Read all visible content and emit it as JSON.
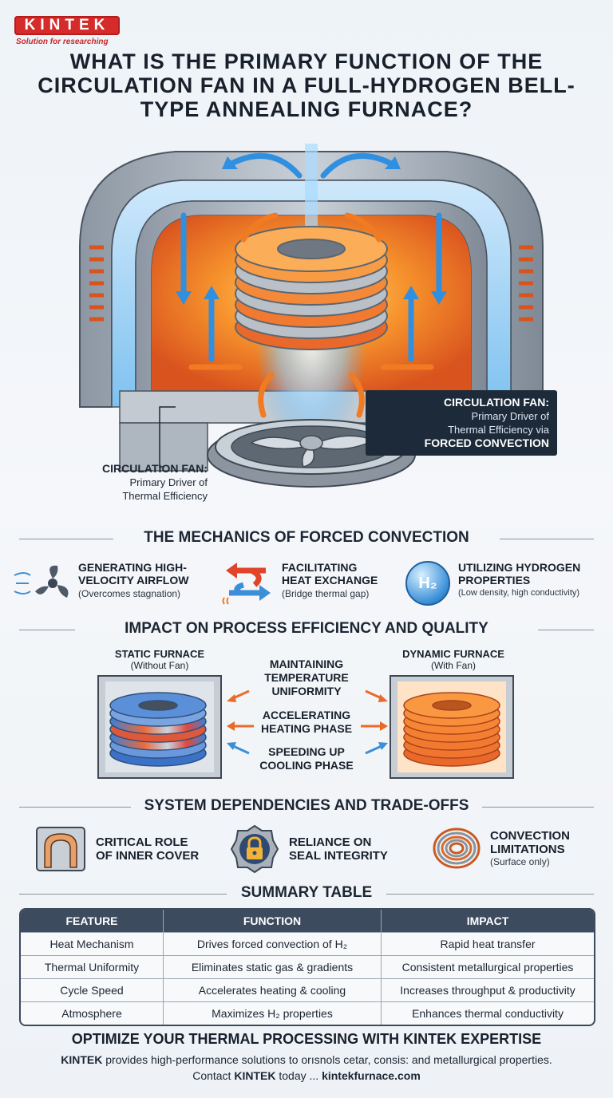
{
  "brand": {
    "logo_text": "KINTEK",
    "tagline": "Solution for researching",
    "accent": "#d62b2b"
  },
  "title": "WHAT IS THE PRIMARY FUNCTION OF THE CIRCULATION FAN IN A FULL-HYDROGEN BELL-TYPE ANNEALING FURNACE?",
  "hero": {
    "callout_right": {
      "line1": "CIRCULATION FAN:",
      "line2": "Primary Driver of",
      "line3": "Thermal Efficiency via",
      "line4": "FORCED CONVECTION"
    },
    "callout_left": {
      "line1": "CIRCULATION FAN:",
      "line2": "Primary Driver of",
      "line3": "Thermal Efficiency"
    }
  },
  "mechanics": {
    "heading": "THE MECHANICS OF FORCED CONVECTION",
    "items": [
      {
        "icon": "fan-icon",
        "title_1": "GENERATING HIGH-",
        "title_2": "VELOCITY AIRFLOW",
        "sub": "(Overcomes stagnation)"
      },
      {
        "icon": "heat-exchange-arrows-icon",
        "title_1": "FACILITATING",
        "title_2": "HEAT EXCHANGE",
        "sub": "(Bridge thermal gap)"
      },
      {
        "icon": "hydrogen-icon",
        "icon_text": "H₂",
        "title_1": "UTILIZING HYDROGEN",
        "title_2": "PROPERTIES",
        "sub": "(Low density, high conductivity)"
      }
    ]
  },
  "impact": {
    "heading": "IMPACT ON PROCESS EFFICIENCY AND QUALITY",
    "static": {
      "title": "STATIC FURNACE",
      "sub": "(Without Fan)"
    },
    "dynamic": {
      "title": "DYNAMIC FURNACE",
      "sub": "(With Fan)"
    },
    "points": [
      {
        "l1": "MAINTAINING",
        "l2": "TEMPERATURE",
        "l3": "UNIFORMITY"
      },
      {
        "l1": "ACCELERATING",
        "l2": "HEATING PHASE"
      },
      {
        "l1": "SPEEDING UP",
        "l2": "COOLING PHASE"
      }
    ]
  },
  "dependencies": {
    "heading": "SYSTEM DEPENDENCIES AND TRADE-OFFS",
    "items": [
      {
        "icon": "inner-cover-icon",
        "l1": "CRITICAL ROLE",
        "l2": "OF INNER COVER"
      },
      {
        "icon": "lock-icon",
        "l1": "RELIANCE ON",
        "l2": "SEAL INTEGRITY"
      },
      {
        "icon": "coil-icon",
        "l1": "CONVECTION",
        "l2": "LIMITATIONS",
        "sub": "(Surface only)"
      }
    ]
  },
  "table": {
    "heading": "SUMMARY TABLE",
    "columns": [
      "FEATURE",
      "FUNCTION",
      "IMPACT"
    ],
    "rows": [
      [
        "Heat Mechanism",
        "Drives forced convection of H₂",
        "Rapid heat transfer"
      ],
      [
        "Thermal Uniformity",
        "Eliminates static gas & gradients",
        "Consistent metallurgical properties"
      ],
      [
        "Cycle Speed",
        "Accelerates heating & cooling",
        "Increases throughput & productivity"
      ],
      [
        "Atmosphere",
        "Maximizes H₂ properties",
        "Enhances thermal conductivity"
      ]
    ]
  },
  "cta": {
    "heading": "OPTIMIZE YOUR THERMAL PROCESSING WITH KINTEK EXPERTISE",
    "body_brand": "KINTEK",
    "body_text": " provides high-performance solutions to orısnols cetar, consis: and metallurgical properties.",
    "contact_prefix": "Contact ",
    "contact_brand": "KINTEK",
    "contact_mid": " today ... ",
    "contact_url": "kintekfurnace.com"
  }
}
